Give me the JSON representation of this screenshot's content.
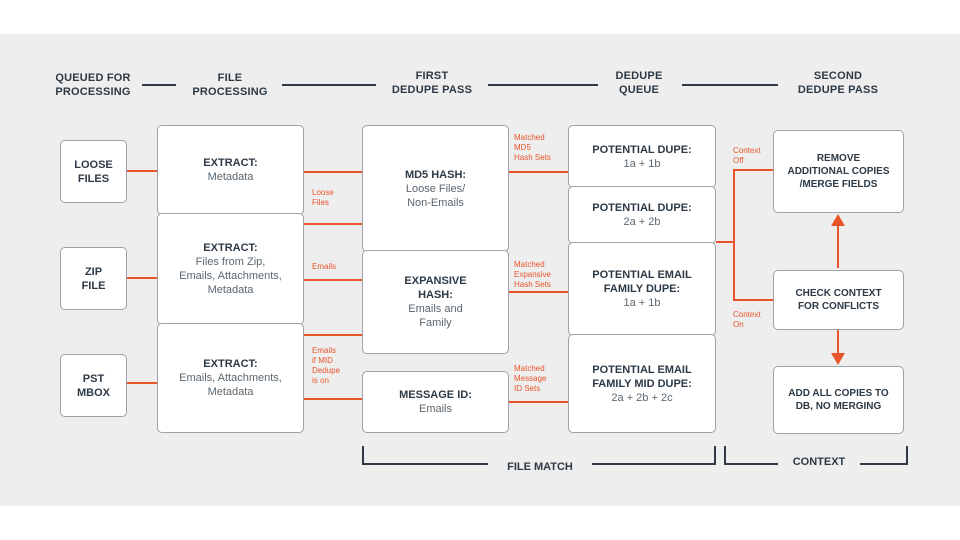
{
  "headers": {
    "queued": "QUEUED FOR\nPROCESSING",
    "file_processing": "FILE\nPROCESSING",
    "first_pass": "FIRST\nDEDUPE PASS",
    "dedupe_queue": "DEDUPE\nQUEUE",
    "second_pass": "SECOND\nDEDUPE PASS"
  },
  "inputs": {
    "loose": "LOOSE\nFILES",
    "zip": "ZIP\nFILE",
    "pst": "PST\nMBOX"
  },
  "extract": {
    "metadata": {
      "title": "EXTRACT:",
      "sub": "Metadata"
    },
    "zip": {
      "title": "EXTRACT:",
      "sub": "Files from Zip,\nEmails, Attachments,\nMetadata"
    },
    "pst": {
      "title": "EXTRACT:",
      "sub": "Emails, Attachments,\nMetadata"
    }
  },
  "hashes": {
    "md5": {
      "title": "MD5 HASH:",
      "sub": "Loose Files/\nNon-Emails"
    },
    "expansive": {
      "title": "EXPANSIVE\nHASH:",
      "sub": "Emails and\nFamily"
    },
    "message_id": {
      "title": "MESSAGE ID:",
      "sub": "Emails"
    }
  },
  "queue": {
    "dupe1": {
      "title": "POTENTIAL DUPE:",
      "sub": "1a + 1b"
    },
    "dupe2": {
      "title": "POTENTIAL DUPE:",
      "sub": "2a + 2b"
    },
    "email_family": {
      "title": "POTENTIAL EMAIL\nFAMILY DUPE:",
      "sub": "1a + 1b"
    },
    "email_mid": {
      "title": "POTENTIAL EMAIL\nFAMILY MID DUPE:",
      "sub": "2a + 2b + 2c"
    }
  },
  "second": {
    "remove": "REMOVE\nADDITIONAL COPIES\n/MERGE FIELDS",
    "check": "CHECK CONTEXT\nFOR CONFLICTS",
    "add": "ADD ALL COPIES TO\nDB, NO MERGING"
  },
  "labels": {
    "loose_files": "Loose\nFiles",
    "emails": "Emails",
    "emails_mid": "Emails\nif MID\nDedupe\nis on",
    "matched_md5": "Matched\nMD5\nHash Sets",
    "matched_expansive": "Matched\nExpansive\nHash Sets",
    "matched_message": "Matched\nMessage\nID Sets",
    "context_off": "Context\nOff",
    "context_on": "Context\nOn"
  },
  "brackets": {
    "file_match": "FILE MATCH",
    "context": "CONTEXT"
  },
  "colors": {
    "accent": "#e8552a",
    "text": "#2d3a45",
    "box_border": "#9aa3aa",
    "panel": "#eeeeee"
  }
}
